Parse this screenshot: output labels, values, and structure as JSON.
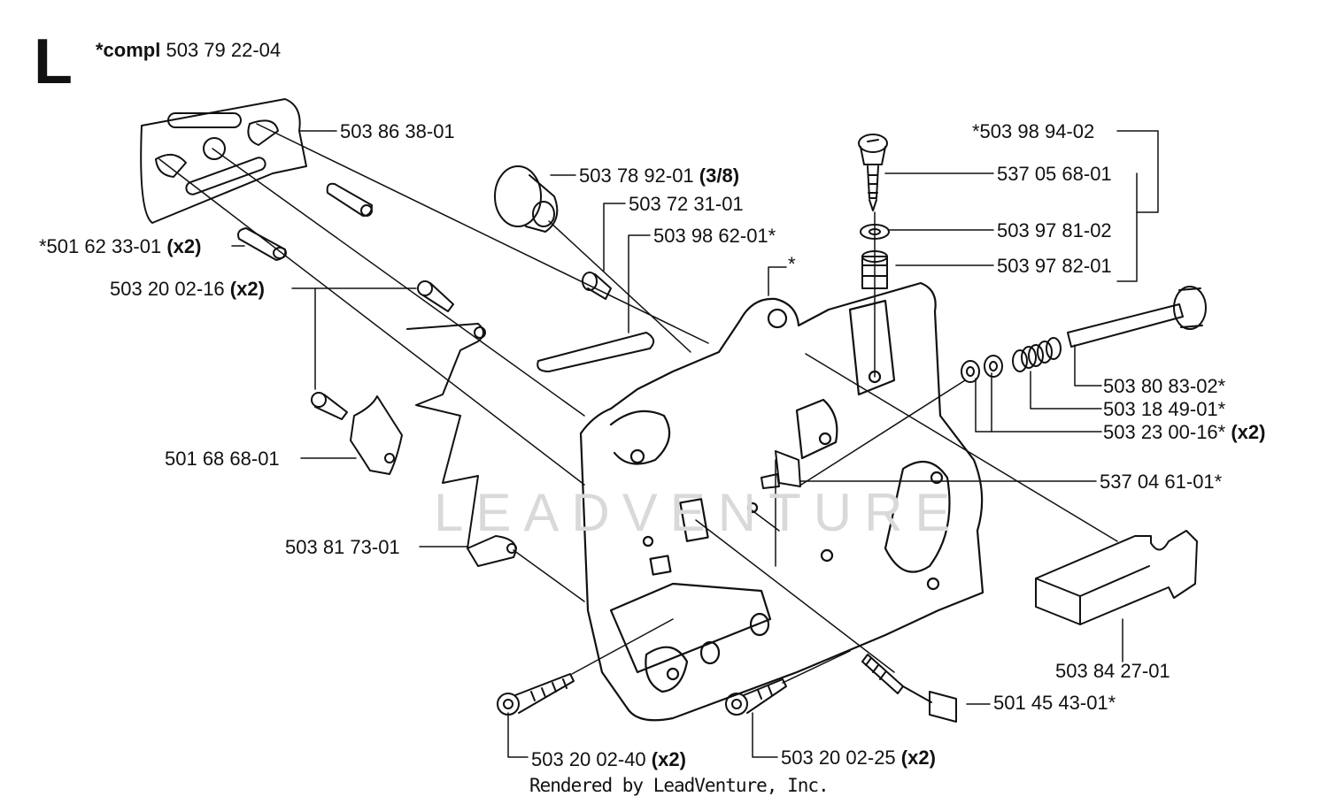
{
  "section_letter": "L",
  "kit": {
    "prefix": "*compl",
    "number": "503 79 22-04"
  },
  "watermark": "LEADVENTURE",
  "footer": "Rendered by LeadVenture, Inc.",
  "callouts": [
    {
      "id": "c01",
      "part": "503 86 38-01",
      "qty": ""
    },
    {
      "id": "c02",
      "part": "*501 62 33-01",
      "qty": "(x2)"
    },
    {
      "id": "c03",
      "part": "503 20 02-16",
      "qty": "(x2)"
    },
    {
      "id": "c04",
      "part": "501 68 68-01",
      "qty": ""
    },
    {
      "id": "c05",
      "part": "503 81 73-01",
      "qty": ""
    },
    {
      "id": "c06",
      "part": "503 78 92-01",
      "qty": "(3/8)"
    },
    {
      "id": "c07",
      "part": "503 72 31-01",
      "qty": ""
    },
    {
      "id": "c08",
      "part": "503 98 62-01*",
      "qty": ""
    },
    {
      "id": "c09",
      "part": "*",
      "qty": ""
    },
    {
      "id": "c10",
      "part": "*503 98 94-02",
      "qty": ""
    },
    {
      "id": "c11",
      "part": "537 05 68-01",
      "qty": ""
    },
    {
      "id": "c12",
      "part": "503 97 81-02",
      "qty": ""
    },
    {
      "id": "c13",
      "part": "503 97 82-01",
      "qty": ""
    },
    {
      "id": "c14",
      "part": "503 80 83-02*",
      "qty": ""
    },
    {
      "id": "c15",
      "part": "503 18 49-01*",
      "qty": ""
    },
    {
      "id": "c16",
      "part": "503 23 00-16*",
      "qty": "(x2)"
    },
    {
      "id": "c17",
      "part": "537 04 61-01*",
      "qty": ""
    },
    {
      "id": "c18",
      "part": "503 84 27-01",
      "qty": ""
    },
    {
      "id": "c19",
      "part": "501 45 43-01*",
      "qty": ""
    },
    {
      "id": "c20",
      "part": "503 20 02-40",
      "qty": "(x2)"
    },
    {
      "id": "c21",
      "part": "503 20 02-25",
      "qty": "(x2)"
    }
  ]
}
